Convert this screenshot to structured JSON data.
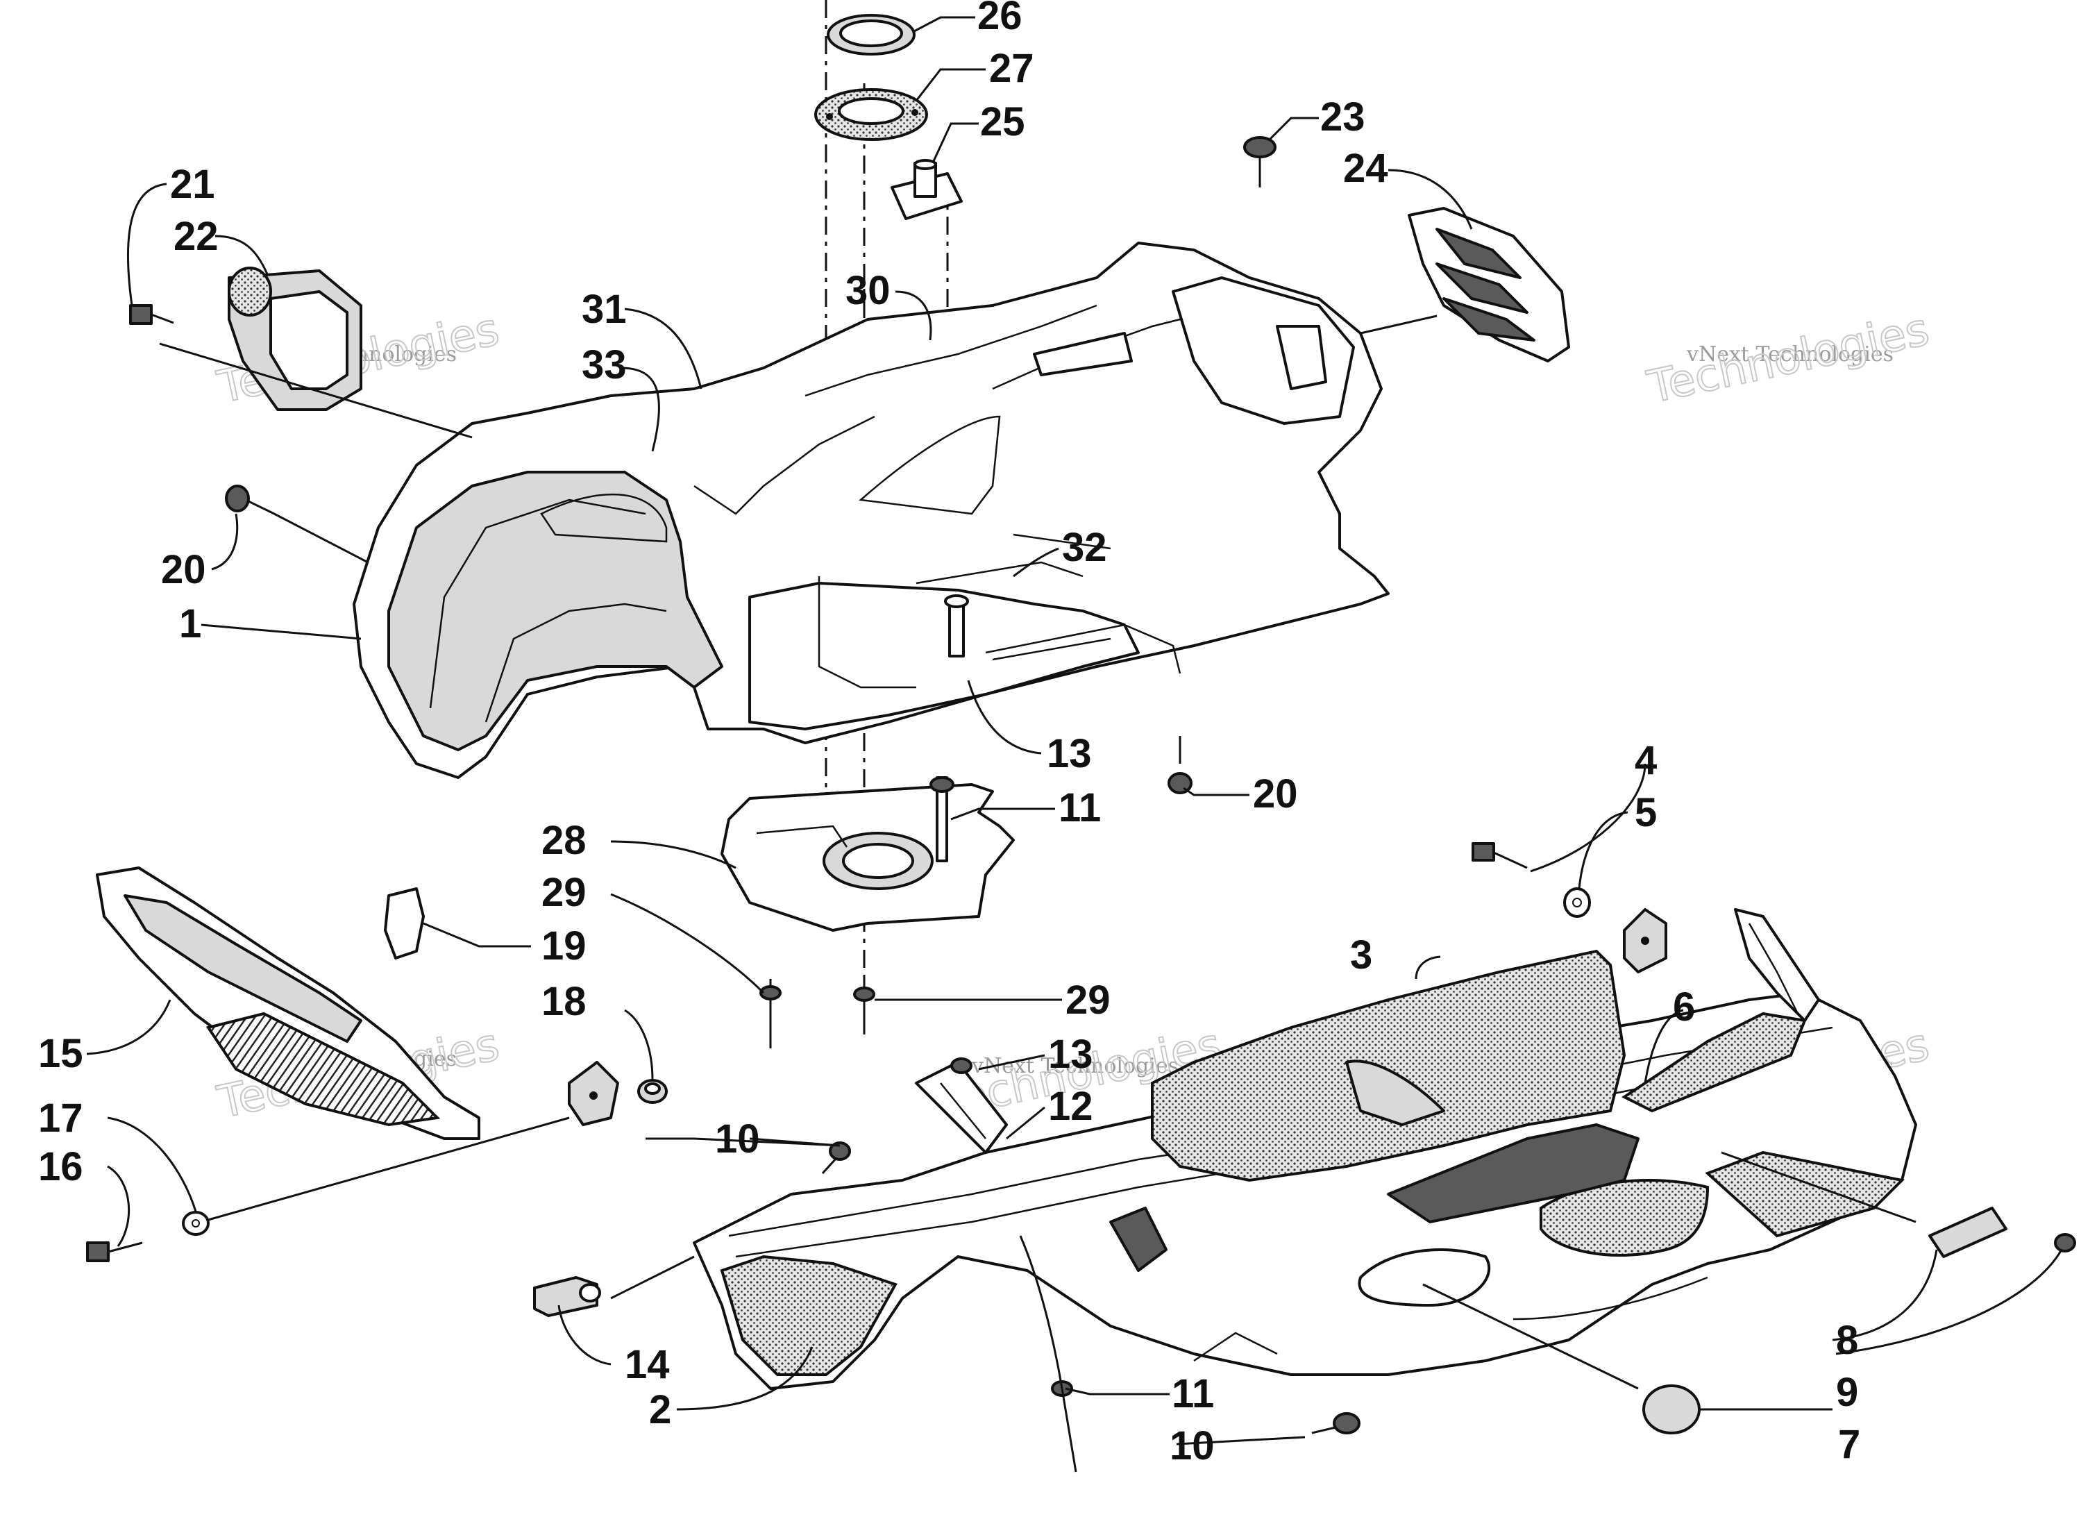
{
  "watermark": {
    "brand": "vNext Technologies",
    "brand_big": "Technologies"
  },
  "callouts": [
    {
      "id": "c26",
      "text": "26"
    },
    {
      "id": "c27",
      "text": "27"
    },
    {
      "id": "c25",
      "text": "25"
    },
    {
      "id": "c23",
      "text": "23"
    },
    {
      "id": "c24",
      "text": "24"
    },
    {
      "id": "c21",
      "text": "21"
    },
    {
      "id": "c22",
      "text": "22"
    },
    {
      "id": "c30",
      "text": "30"
    },
    {
      "id": "c31",
      "text": "31"
    },
    {
      "id": "c33",
      "text": "33"
    },
    {
      "id": "c20a",
      "text": "20"
    },
    {
      "id": "c1",
      "text": "1"
    },
    {
      "id": "c32",
      "text": "32"
    },
    {
      "id": "c13a",
      "text": "13"
    },
    {
      "id": "c20b",
      "text": "20"
    },
    {
      "id": "c11a",
      "text": "11"
    },
    {
      "id": "c28",
      "text": "28"
    },
    {
      "id": "c29a",
      "text": "29"
    },
    {
      "id": "c19",
      "text": "19"
    },
    {
      "id": "c29b",
      "text": "29"
    },
    {
      "id": "c18",
      "text": "18"
    },
    {
      "id": "c4",
      "text": "4"
    },
    {
      "id": "c5",
      "text": "5"
    },
    {
      "id": "c3",
      "text": "3"
    },
    {
      "id": "c6",
      "text": "6"
    },
    {
      "id": "c13b",
      "text": "13"
    },
    {
      "id": "c12",
      "text": "12"
    },
    {
      "id": "c15",
      "text": "15"
    },
    {
      "id": "c17",
      "text": "17"
    },
    {
      "id": "c16",
      "text": "16"
    },
    {
      "id": "c10a",
      "text": "10"
    },
    {
      "id": "c14",
      "text": "14"
    },
    {
      "id": "c2",
      "text": "2"
    },
    {
      "id": "c11b",
      "text": "11"
    },
    {
      "id": "c10b",
      "text": "10"
    },
    {
      "id": "c8",
      "text": "8"
    },
    {
      "id": "c9",
      "text": "9"
    },
    {
      "id": "c7",
      "text": "7"
    }
  ]
}
